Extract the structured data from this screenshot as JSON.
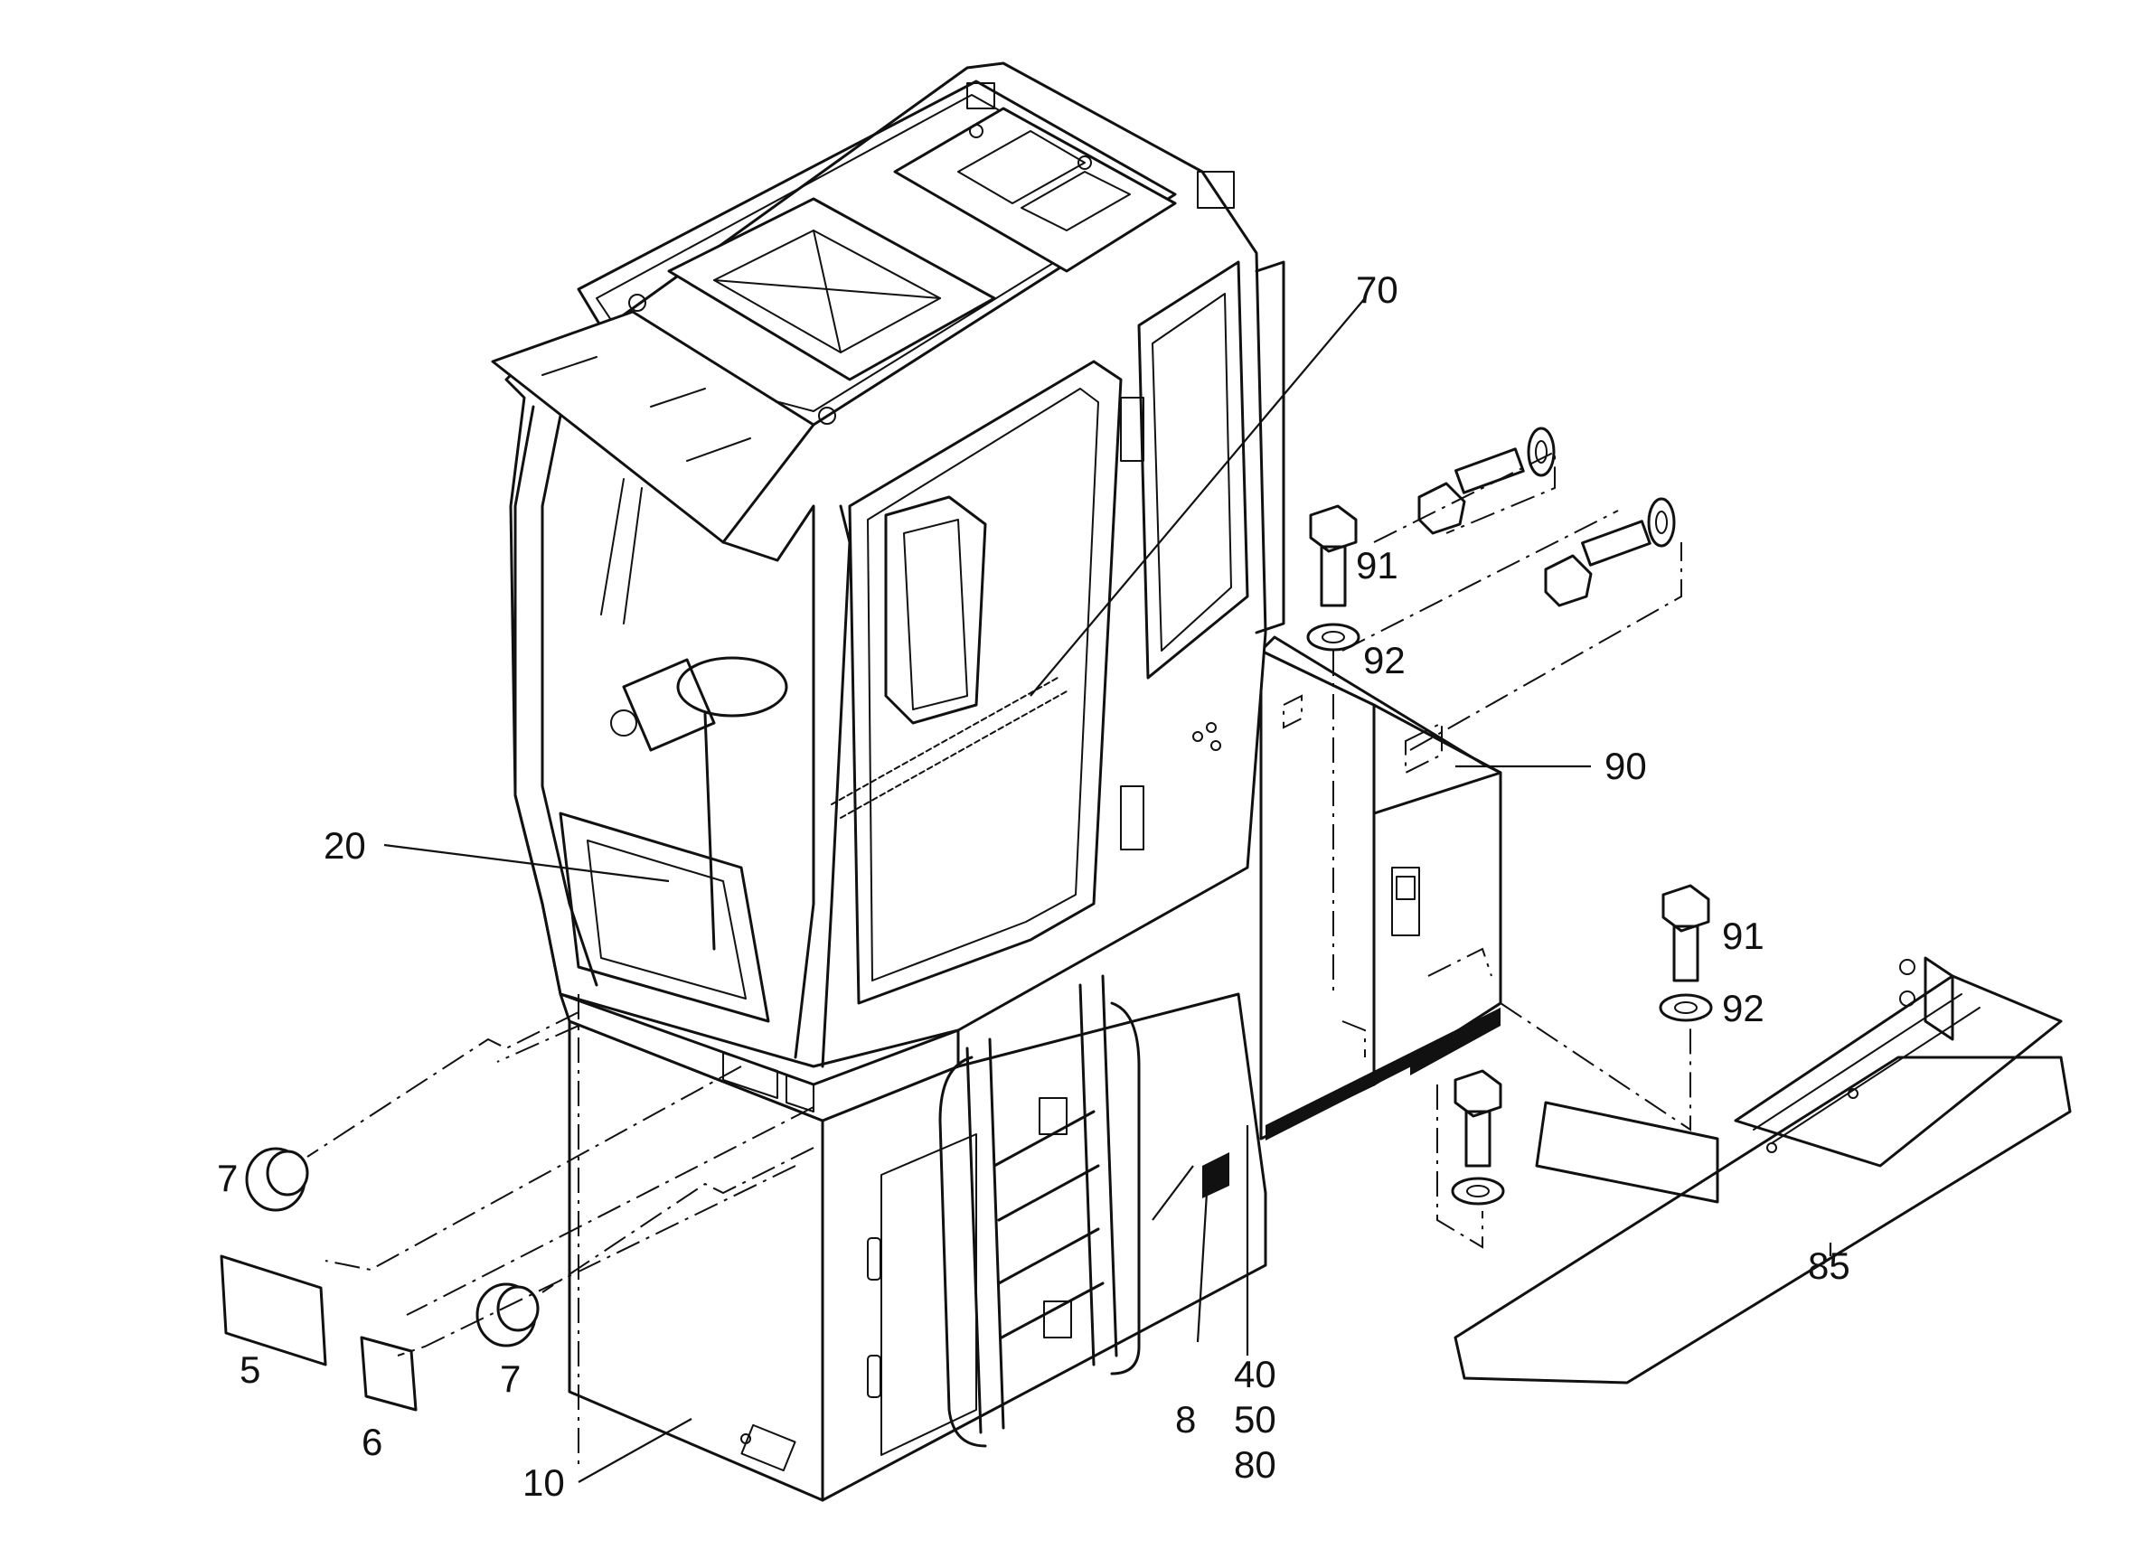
{
  "diagram": {
    "callouts": [
      {
        "id": "70",
        "text": "70"
      },
      {
        "id": "91a",
        "text": "91"
      },
      {
        "id": "92a",
        "text": "92"
      },
      {
        "id": "90",
        "text": "90"
      },
      {
        "id": "20",
        "text": "20"
      },
      {
        "id": "91b",
        "text": "91"
      },
      {
        "id": "92b",
        "text": "92"
      },
      {
        "id": "7a",
        "text": "7"
      },
      {
        "id": "85",
        "text": "85"
      },
      {
        "id": "5",
        "text": "5"
      },
      {
        "id": "7b",
        "text": "7"
      },
      {
        "id": "40",
        "text": "40"
      },
      {
        "id": "50",
        "text": "50"
      },
      {
        "id": "80",
        "text": "80"
      },
      {
        "id": "6",
        "text": "6"
      },
      {
        "id": "8",
        "text": "8"
      },
      {
        "id": "10",
        "text": "10"
      }
    ],
    "parts": [
      "cab-frame",
      "roof-hatch",
      "roof-panel",
      "front-glass",
      "operator-seat",
      "steering-column",
      "cab-door",
      "base-housing",
      "ladder",
      "side-pod",
      "support-rail",
      "bolt",
      "washer",
      "plug",
      "cover-plate",
      "seal-strip"
    ]
  }
}
